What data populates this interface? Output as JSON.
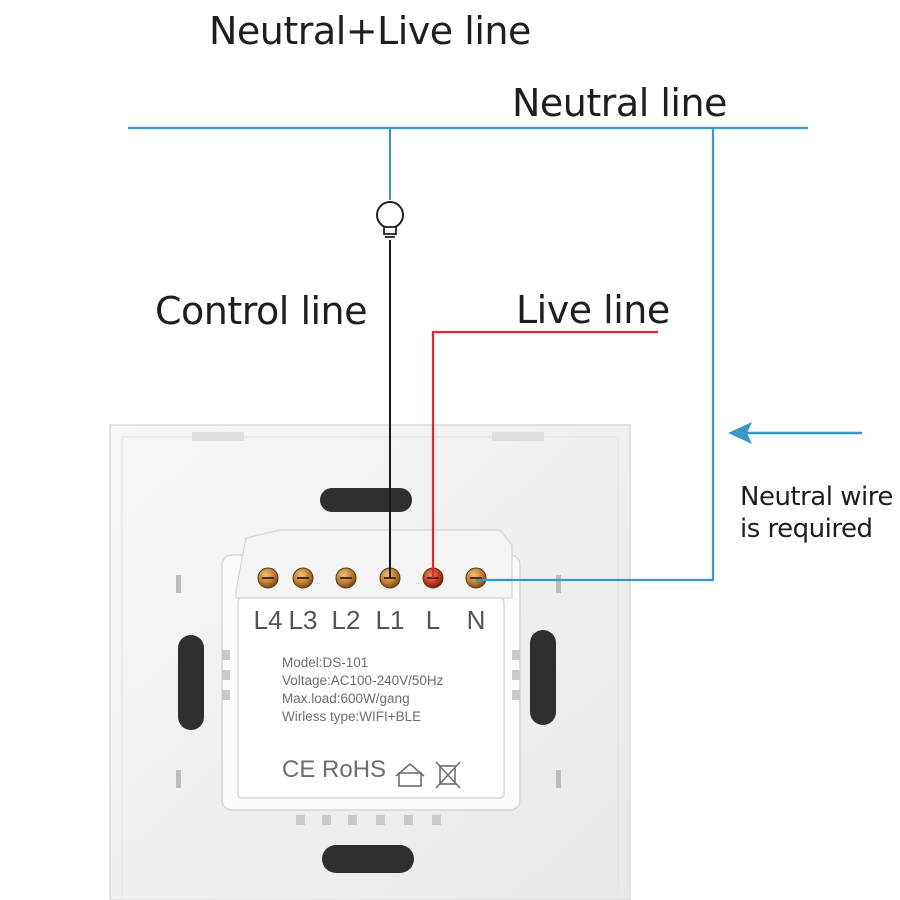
{
  "labels": {
    "title": "Neutral+Live line",
    "neutral_line": "Neutral line",
    "control_line": "Control line",
    "live_line": "Live line",
    "neutral_wire_note_1": "Neutral wire",
    "neutral_wire_note_2": "is required"
  },
  "switch": {
    "terminals": [
      "L4",
      "L3",
      "L2",
      "L1",
      "L",
      "N"
    ],
    "model": "Model:DS-101",
    "voltage": "Voltage:AC100-240V/50Hz",
    "max_load": "Max.load:600W/gang",
    "wireless": "Wirless type:WIFI+BLE",
    "ce_rohs": "CE RoHS"
  },
  "colors": {
    "neutral_wire": "#3a97c8",
    "live_wire": "#e02a2a",
    "control_wire": "#1a1a1a",
    "plate": "#f1f1f1",
    "terminal": "#b87a2e"
  },
  "icons": [
    "bulb-icon",
    "arrow-left-icon",
    "house-icon",
    "weee-bin-icon"
  ]
}
